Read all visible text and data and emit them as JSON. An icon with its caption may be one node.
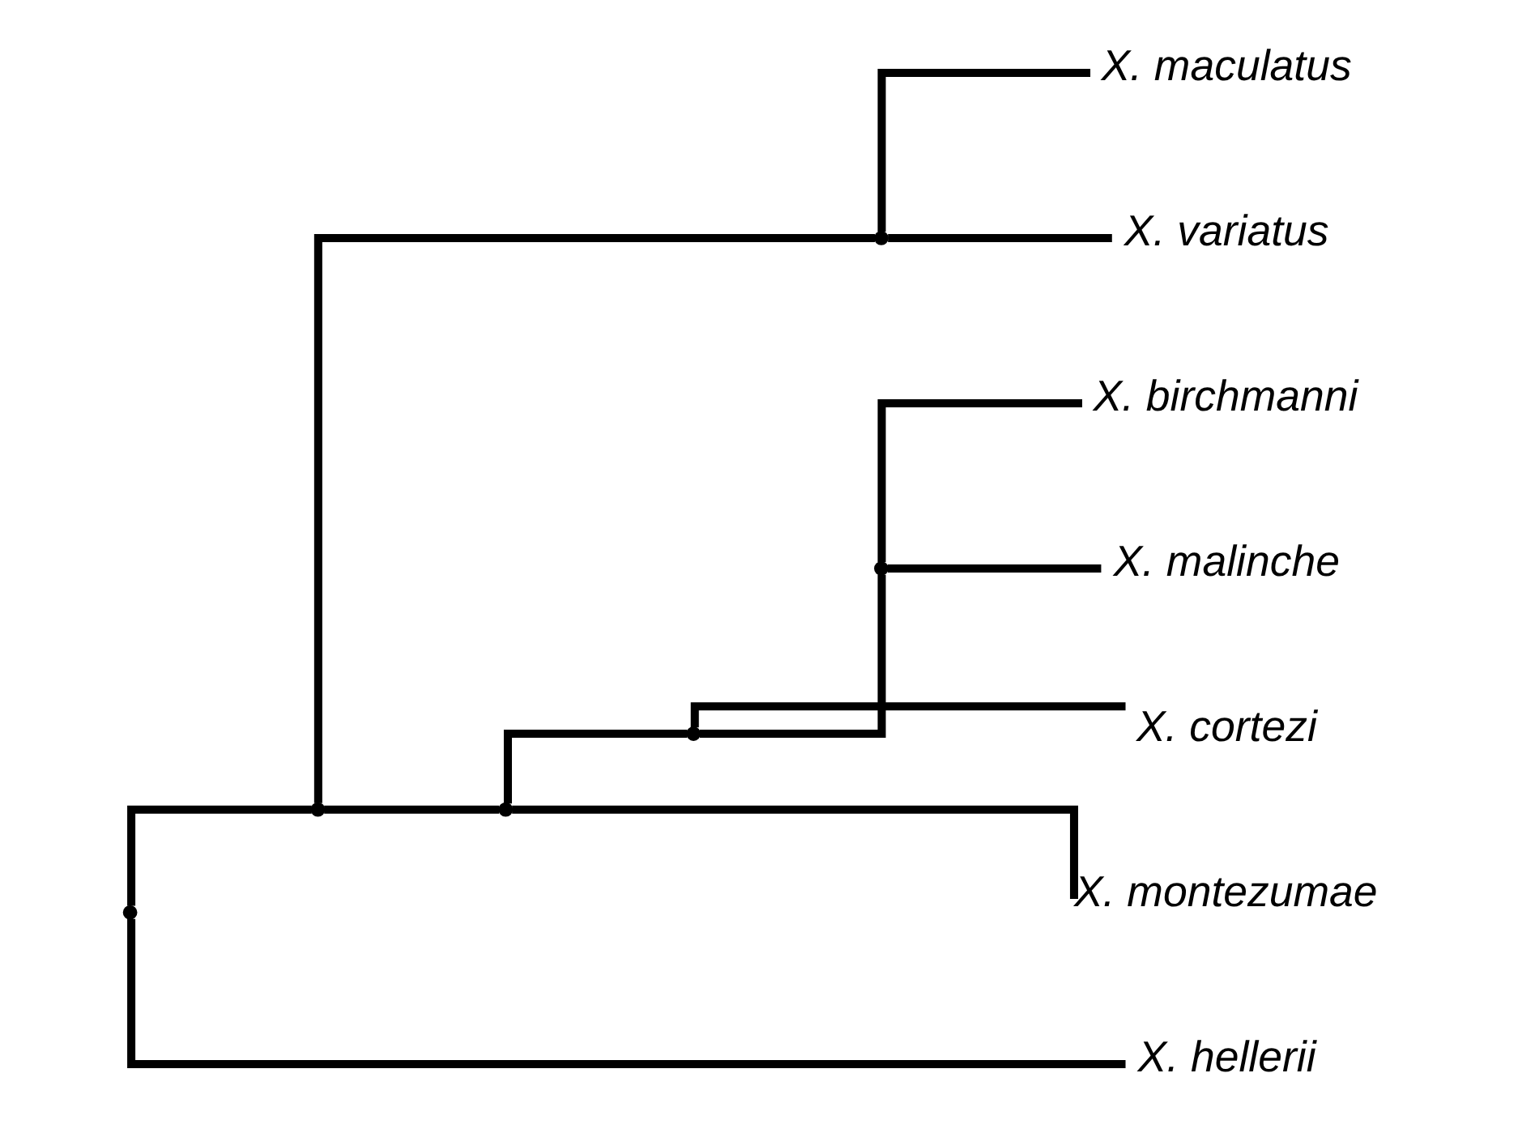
{
  "diagram": {
    "nodes": [
      {
        "text": [],
        "shape": "point"
      },
      {
        "text": [],
        "shape": "point"
      },
      {
        "text": [],
        "shape": "point"
      },
      {
        "text": [
          "X. maculatus"
        ]
      },
      {
        "text": [
          "X. variatus"
        ]
      },
      {
        "text": [],
        "shape": "point"
      },
      {
        "text": [],
        "shape": "point"
      },
      {
        "text": [],
        "shape": "point"
      },
      {
        "text": [
          "X. birchmanni"
        ]
      },
      {
        "text": [
          "X. malinche"
        ]
      },
      {
        "text": [
          "X. cortezi"
        ]
      },
      {
        "text": [
          "X. montezumae"
        ]
      },
      {
        "text": [
          "X. hellerii"
        ]
      }
    ],
    "edges": [
      {
        "from": 0,
        "to": 1,
        "arrow": "none"
      },
      {
        "from": 0,
        "to": 12,
        "arrow": "none"
      },
      {
        "from": 1,
        "to": 2,
        "arrow": "none"
      },
      {
        "from": 1,
        "to": 5,
        "arrow": "none"
      },
      {
        "from": 2,
        "to": 3,
        "arrow": "none"
      },
      {
        "from": 2,
        "to": 4,
        "arrow": "none"
      },
      {
        "from": 5,
        "to": 6,
        "arrow": "none"
      },
      {
        "from": 5,
        "to": 11,
        "arrow": "none"
      },
      {
        "from": 6,
        "to": 7,
        "arrow": "none"
      },
      {
        "from": 6,
        "to": 10,
        "arrow": "none"
      },
      {
        "from": 7,
        "to": 8,
        "arrow": "none"
      },
      {
        "from": 7,
        "to": 9,
        "arrow": "none"
      }
    ]
  }
}
